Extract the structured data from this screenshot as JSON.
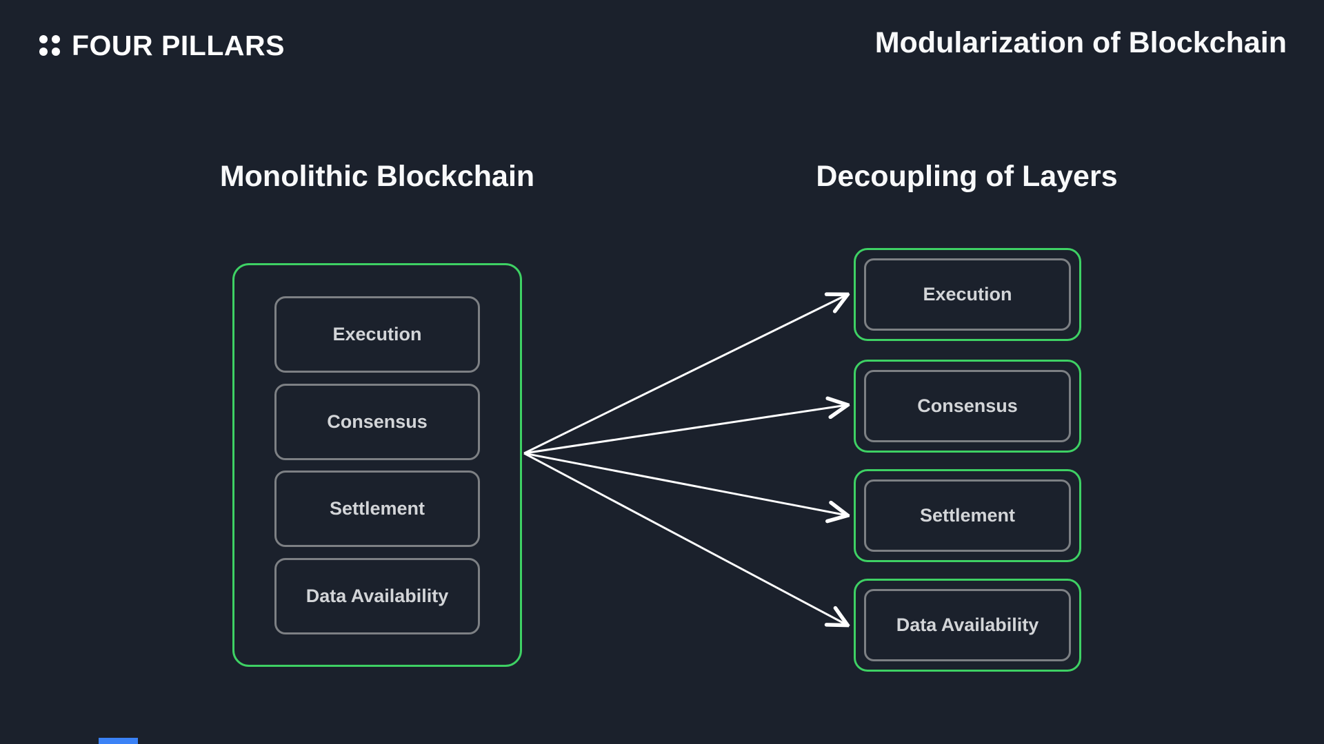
{
  "header": {
    "logo_text": "FOUR PILLARS",
    "title": "Modularization of Blockchain"
  },
  "left_panel": {
    "heading": "Monolithic Blockchain",
    "layers": [
      "Execution",
      "Consensus",
      "Settlement",
      "Data Availability"
    ]
  },
  "right_panel": {
    "heading": "Decoupling of Layers",
    "layers": [
      "Execution",
      "Consensus",
      "Settlement",
      "Data Availability"
    ]
  },
  "colors": {
    "background": "#1b212c",
    "green": "#3ed164",
    "gray_border": "#7d8084",
    "label_text": "#d3d5d8",
    "heading_text": "#f8f9fa",
    "arrow": "#ffffff",
    "accent_blue": "#3b82f6"
  }
}
